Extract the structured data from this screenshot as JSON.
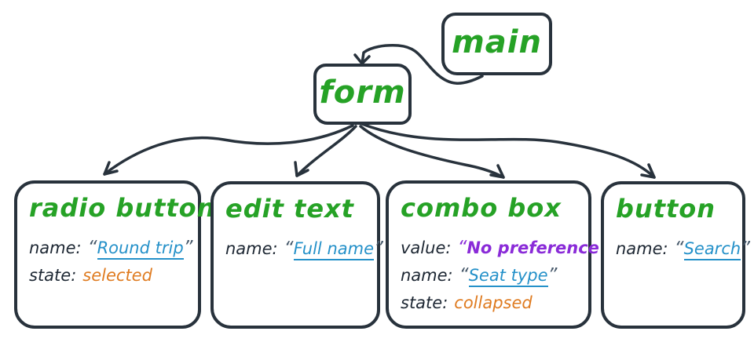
{
  "punctuation": {
    "open_quote": "“",
    "close_quote": "”"
  },
  "colors": {
    "ink": "#28323c",
    "node_green": "#26a226",
    "name_blue": "#2591c9",
    "state_orange": "#df7b20",
    "value_purple": "#8a2bd8"
  },
  "nodes": {
    "main": {
      "label": "main"
    },
    "form": {
      "label": "form"
    },
    "children": [
      {
        "title": "radio button",
        "rows": [
          {
            "label": "name:",
            "value": "Round trip"
          },
          {
            "label": "state:",
            "value": "selected"
          }
        ]
      },
      {
        "title": "edit text",
        "rows": [
          {
            "label": "name:",
            "value": "Full name"
          }
        ]
      },
      {
        "title": "combo box",
        "rows": [
          {
            "label": "value:",
            "value": "No preference"
          },
          {
            "label": "name:",
            "value": "Seat type"
          },
          {
            "label": "state:",
            "value": "collapsed"
          }
        ]
      },
      {
        "title": "button",
        "rows": [
          {
            "label": "name:",
            "value": "Search"
          }
        ]
      }
    ]
  }
}
